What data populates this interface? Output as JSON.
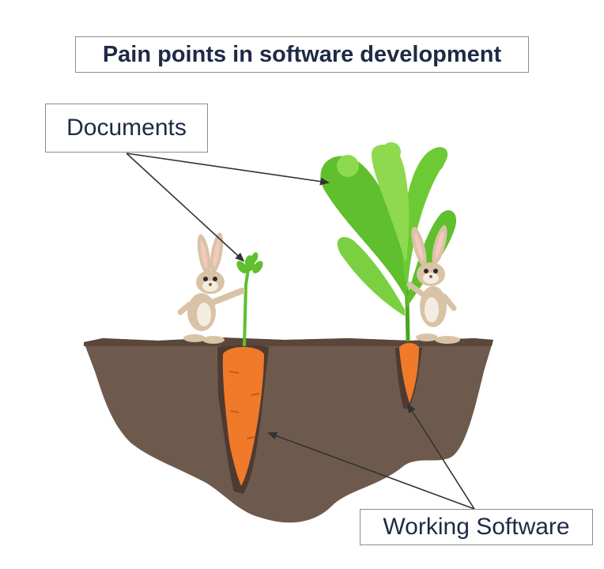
{
  "title": "Pain points in software development",
  "labels": {
    "documents": "Documents",
    "working_software": "Working Software"
  },
  "colors": {
    "soil": "#6e5a4d",
    "soil_dark": "#4d3b31",
    "carrot": "#f07a2a",
    "carrot_dark": "#c85a14",
    "leaves": "#5fbf2c",
    "leaves_light": "#8fd94f",
    "rabbit_fur": "#d9c3a6",
    "text": "#1f2a44",
    "arrow": "#333333"
  }
}
